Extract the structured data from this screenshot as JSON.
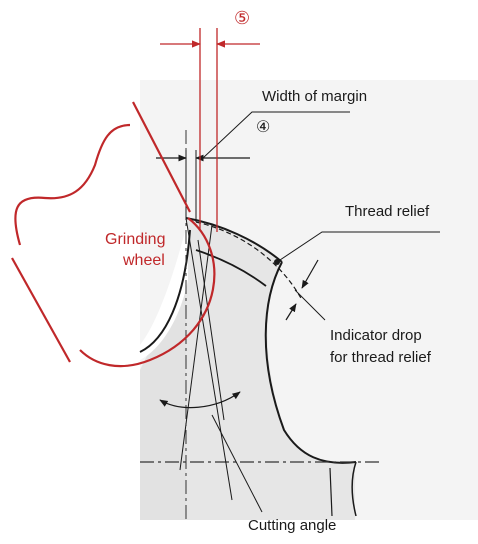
{
  "labels": {
    "marker_5": "⑤",
    "width_of_margin": "Width of margin",
    "marker_4": "④",
    "thread_relief": "Thread relief",
    "grinding_wheel_line1": "Grinding",
    "grinding_wheel_line2": "wheel",
    "indicator_drop_line1": "Indicator drop",
    "indicator_drop_line2": "for thread relief",
    "cutting_angle": "Cutting angle"
  },
  "colors": {
    "red_accent": "#c0282a",
    "ink": "#1a1a1a",
    "shade": "#e4e4e4",
    "paper_grain": "#efefef"
  }
}
